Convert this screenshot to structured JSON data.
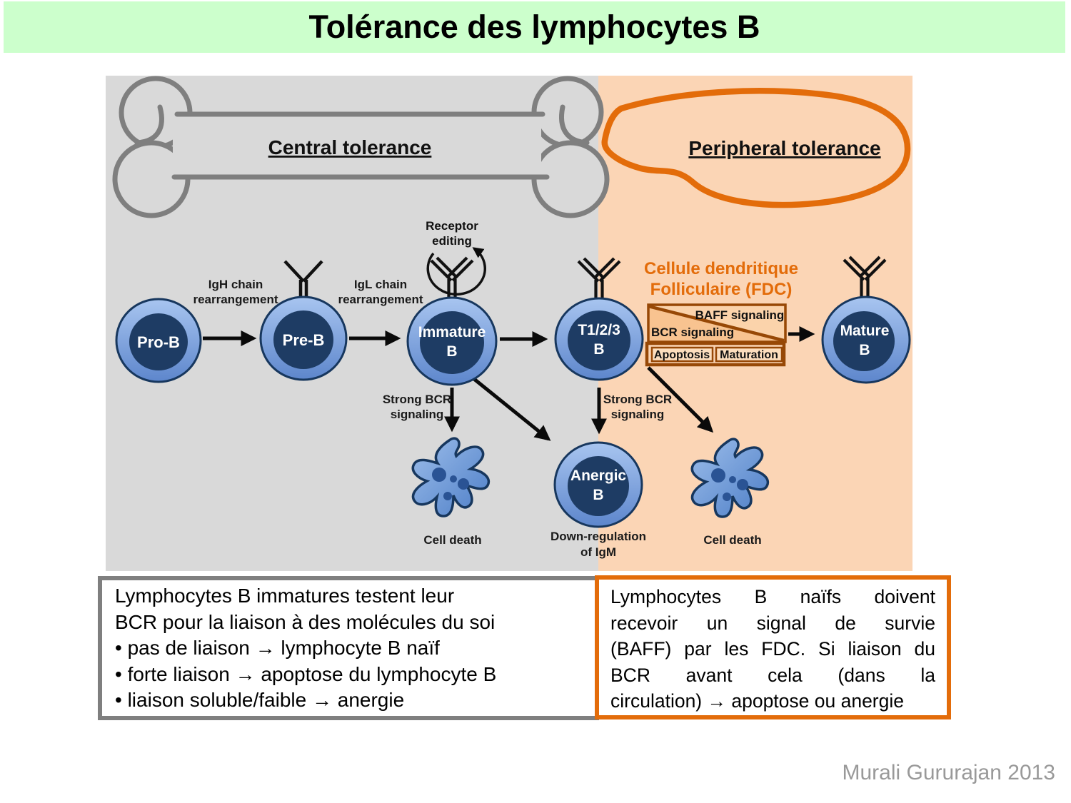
{
  "header": {
    "title": "Tolérance des lymphocytes B"
  },
  "diagram": {
    "central_label": "Central tolerance",
    "peripheral_label": "Peripheral tolerance",
    "receptor_editing": {
      "line1": "Receptor",
      "line2": "editing"
    },
    "labels": {
      "igh1": "IgH chain",
      "igh2": "rearrangement",
      "igl1": "IgL chain",
      "igl2": "rearrangement",
      "strong_left_1": "Strong BCR",
      "strong_left_2": "signaling",
      "strong_right_1": "Strong BCR",
      "strong_right_2": "signaling",
      "cell_death_left": "Cell death",
      "cell_death_right": "Cell death",
      "downreg1": "Down-regulation",
      "downreg2": "of IgM"
    },
    "cells": {
      "pro_b": "Pro-B",
      "pre_b": "Pre-B",
      "immature1": "Immature",
      "immature2": "B",
      "t123_1": "T1/2/3",
      "t123_2": "B",
      "mature1": "Mature",
      "mature2": "B",
      "anergic1": "Anergic",
      "anergic2": "B"
    },
    "fdc": {
      "title1": "Cellule dendritique",
      "title2": "Folliculaire (FDC)",
      "baff": "BAFF signaling",
      "bcr": "BCR signaling",
      "apoptosis": "Apoptosis",
      "maturation": "Maturation"
    }
  },
  "notes": {
    "left": {
      "lines": [
        "Lymphocytes B immatures testent leur",
        "BCR pour la liaison à des molécules du soi",
        "• pas de liaison → lymphocyte B naïf",
        "• forte liaison → apoptose du lymphocyte B",
        "• liaison soluble/faible → anergie"
      ]
    },
    "right": {
      "lines": [
        "Lymphocytes B naïfs doivent",
        "recevoir un signal de survie",
        "(BAFF) par les FDC. Si liaison du",
        "BCR avant cela (dans la",
        "circulation) → apoptose ou anergie"
      ]
    }
  },
  "attribution": "Murali Gururajan 2013",
  "colors": {
    "header_bg": "#ccffcc",
    "panel_gray": "#d9d9d9",
    "panel_orange": "#fbd5b5",
    "accent_orange": "#e36c0a",
    "fdc_border_brown": "#974806",
    "bone_gray": "#7f7f7f",
    "cell_inner_navy": "#1e3c64",
    "cell_border_navy": "#17375e"
  }
}
